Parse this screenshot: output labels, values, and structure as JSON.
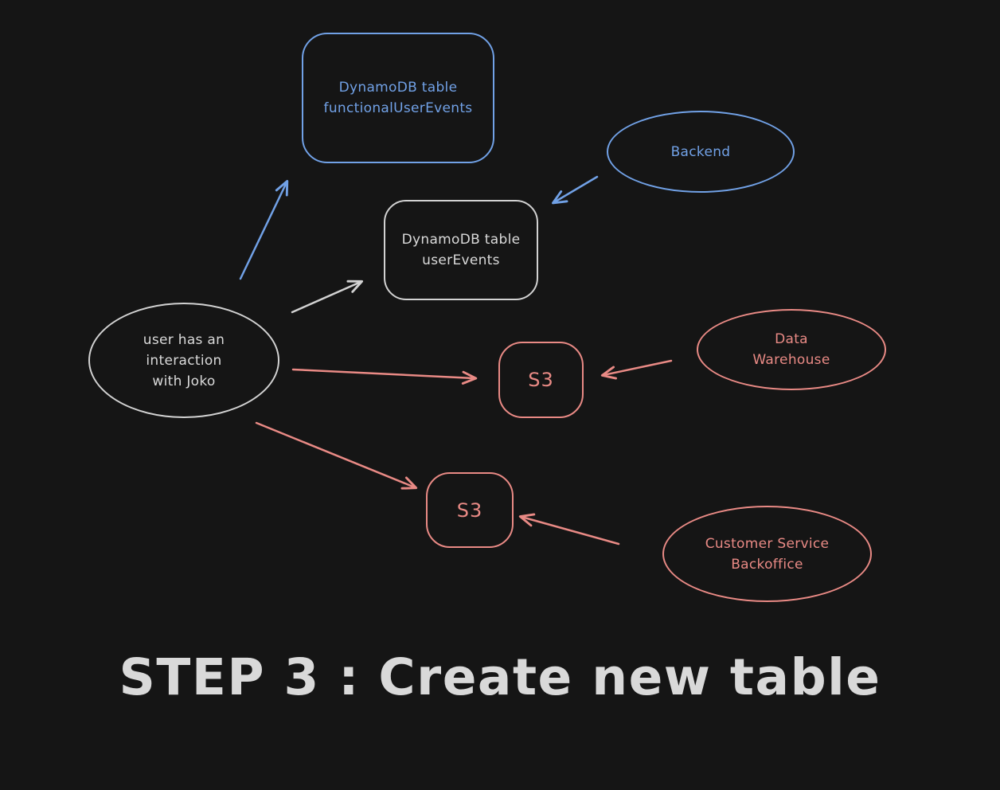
{
  "canvas": {
    "background": "#151515",
    "colors": {
      "blue": "#71a1e6",
      "red": "#e98a85",
      "white": "#d2d2d2",
      "caption": "#d9d9d9"
    }
  },
  "nodes": {
    "functional_table": {
      "shape": "rounded-rectangle",
      "color": "blue",
      "label": "DynamoDB table\nfunctionalUserEvents"
    },
    "backend": {
      "shape": "ellipse",
      "color": "blue",
      "label": "Backend"
    },
    "userevents_table": {
      "shape": "rounded-rectangle",
      "color": "white",
      "label": "DynamoDB table\nuserEvents"
    },
    "user_interaction": {
      "shape": "ellipse",
      "color": "white",
      "label": "user has an\ninteraction\nwith Joko"
    },
    "s3_top": {
      "shape": "rounded-square",
      "color": "red",
      "label": "S3"
    },
    "data_warehouse": {
      "shape": "ellipse",
      "color": "red",
      "label": "Data\nWarehouse"
    },
    "s3_bottom": {
      "shape": "rounded-square",
      "color": "red",
      "label": "S3"
    },
    "customer_service": {
      "shape": "ellipse",
      "color": "red",
      "label": "Customer Service\nBackoffice"
    }
  },
  "edges": [
    {
      "from": "user_interaction",
      "to": "functional_table",
      "color": "blue"
    },
    {
      "from": "user_interaction",
      "to": "userevents_table",
      "color": "white"
    },
    {
      "from": "backend",
      "to": "userevents_table",
      "color": "blue"
    },
    {
      "from": "user_interaction",
      "to": "s3_top",
      "color": "red"
    },
    {
      "from": "data_warehouse",
      "to": "s3_top",
      "color": "red"
    },
    {
      "from": "user_interaction",
      "to": "s3_bottom",
      "color": "red"
    },
    {
      "from": "customer_service",
      "to": "s3_bottom",
      "color": "red"
    }
  ],
  "caption": {
    "text": "STEP 3 : Create new table"
  }
}
